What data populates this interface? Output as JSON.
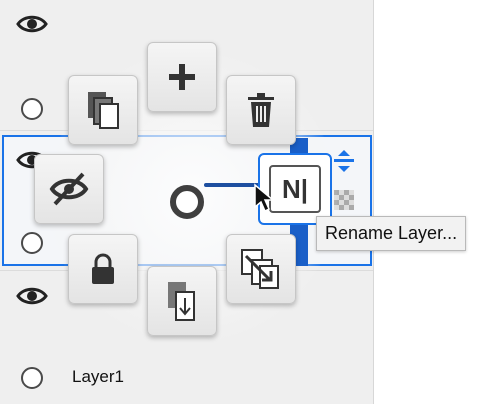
{
  "layers_panel": {
    "layers": [
      {
        "name": "",
        "visible": true
      },
      {
        "name": "",
        "visible": true
      },
      {
        "name": "Layer1",
        "visible": true
      }
    ]
  },
  "radial_menu": {
    "items": [
      {
        "icon": "plus-icon",
        "action": "add"
      },
      {
        "icon": "trash-icon",
        "action": "delete"
      },
      {
        "icon": "copy-icon",
        "action": "duplicate"
      },
      {
        "icon": "eye-slash-icon",
        "action": "hide"
      },
      {
        "icon": "lock-icon",
        "action": "lock"
      },
      {
        "icon": "merge-down-icon",
        "action": "merge-down"
      },
      {
        "icon": "move-into-icon",
        "action": "move"
      },
      {
        "icon": "rename-icon",
        "action": "rename"
      }
    ],
    "rename_glyph": "N|"
  },
  "tooltip": {
    "text": "Rename Layer..."
  },
  "colors": {
    "accent": "#1a73e8",
    "panel": "#efefef"
  }
}
